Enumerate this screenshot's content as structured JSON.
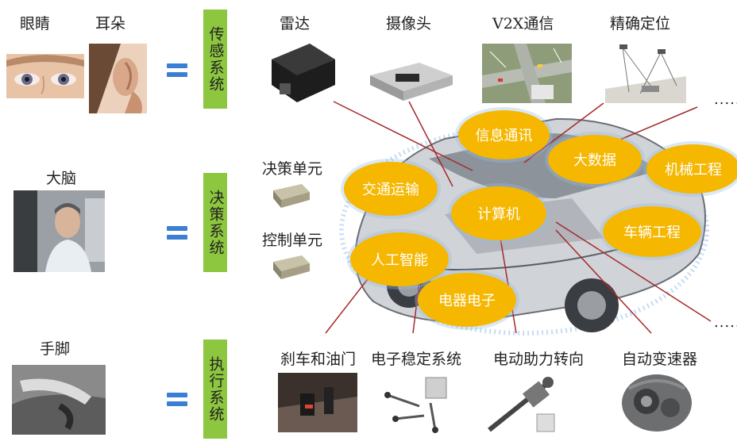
{
  "human": {
    "eyes": "眼睛",
    "ears": "耳朵",
    "brain": "大脑",
    "limbs": "手脚"
  },
  "systems": {
    "sensing": "传感系统",
    "decision": "决策系统",
    "execution": "执行系统"
  },
  "sensors": {
    "radar": "雷达",
    "camera": "摄像头",
    "v2x": "V2X通信",
    "positioning": "精确定位",
    "more": "....."
  },
  "decision_units": {
    "decision_unit": "决策单元",
    "control_unit": "控制单元"
  },
  "actuators": {
    "brake_throttle": "刹车和油门",
    "esc": "电子稳定系统",
    "eps": "电动助力转向",
    "transmission": "自动变速器",
    "more": "....."
  },
  "bubbles": {
    "info_comm": "信息通讯",
    "big_data": "大数据",
    "mech_eng": "机械工程",
    "traffic": "交通运输",
    "computer": "计算机",
    "vehicle_eng": "车辆工程",
    "ai": "人工智能",
    "electrical": "电器电子"
  },
  "colors": {
    "system_box": "#8dc63f",
    "bubble": "#f5b700",
    "equals": "#3b7fd4",
    "connector": "#a52a2a"
  }
}
